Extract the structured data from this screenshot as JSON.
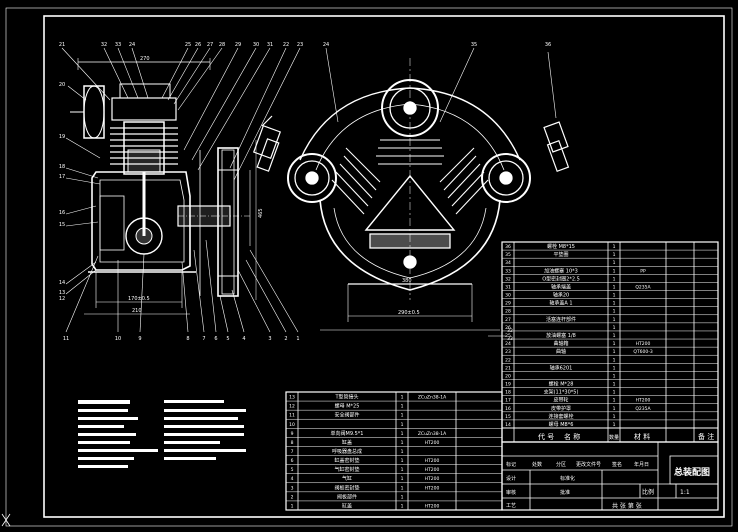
{
  "drawing": {
    "title": "总装配图",
    "dimensions": {
      "overall_width": "270",
      "base_width": "170±0.5",
      "base_length": "210",
      "height": "465",
      "crank_width": "380",
      "foot_width": "290±0.5"
    },
    "balloons_top": [
      "21",
      "32",
      "33",
      "24",
      "25",
      "26",
      "27",
      "28",
      "29",
      "30",
      "31",
      "22",
      "23",
      "24",
      "35",
      "36"
    ],
    "balloons_left": [
      "20",
      "19",
      "18",
      "17",
      "16",
      "15",
      "14",
      "13",
      "12"
    ],
    "balloons_bottom": [
      "11",
      "10",
      "9",
      "8",
      "7",
      "6",
      "5",
      "4",
      "3",
      "2",
      "1"
    ],
    "balloon_table_marks": [
      "32",
      "33"
    ]
  },
  "bom_upper": {
    "header": {
      "code": "代 号",
      "name": "名 称",
      "qty": "数量",
      "material": "材 料",
      "note": "备 注"
    },
    "rows": [
      {
        "no": "36",
        "name": "螺栓 M8*15",
        "qty": "1",
        "material": ""
      },
      {
        "no": "35",
        "name": "平垫圈",
        "qty": "1",
        "material": ""
      },
      {
        "no": "34",
        "name": "",
        "qty": "1",
        "material": ""
      },
      {
        "no": "33",
        "name": "加油螺塞 10*3",
        "qty": "1",
        "material": "PP"
      },
      {
        "no": "32",
        "name": "O型密封圈2*2.5",
        "qty": "1",
        "material": ""
      },
      {
        "no": "31",
        "name": "轴承端盖",
        "qty": "1",
        "material": "Q235A"
      },
      {
        "no": "30",
        "name": "轴承20",
        "qty": "1",
        "material": ""
      },
      {
        "no": "29",
        "name": "轴承盖A 1",
        "qty": "1",
        "material": ""
      },
      {
        "no": "28",
        "name": "",
        "qty": "1",
        "material": ""
      },
      {
        "no": "27",
        "name": "活塞连杆部件",
        "qty": "1",
        "material": ""
      },
      {
        "no": "26",
        "name": "",
        "qty": "1",
        "material": ""
      },
      {
        "no": "25",
        "name": "放油螺塞 1/8",
        "qty": "1",
        "material": ""
      },
      {
        "no": "24",
        "name": "曲轴箱",
        "qty": "1",
        "material": "HT200"
      },
      {
        "no": "23",
        "name": "曲轴",
        "qty": "1",
        "material": "QT600-3"
      },
      {
        "no": "22",
        "name": "",
        "qty": "1",
        "material": ""
      },
      {
        "no": "21",
        "name": "轴承6201",
        "qty": "1",
        "material": ""
      },
      {
        "no": "20",
        "name": "",
        "qty": "1",
        "material": ""
      },
      {
        "no": "19",
        "name": "螺栓 M*28",
        "qty": "1",
        "material": ""
      },
      {
        "no": "18",
        "name": "支架(11*30*5)",
        "qty": "1",
        "material": ""
      },
      {
        "no": "17",
        "name": "皮带轮",
        "qty": "1",
        "material": "HT200"
      },
      {
        "no": "16",
        "name": "皮带护罩",
        "qty": "1",
        "material": "Q235A"
      },
      {
        "no": "15",
        "name": "连接套螺栓",
        "qty": "1",
        "material": ""
      },
      {
        "no": "14",
        "name": "螺母 M8*6",
        "qty": "1",
        "material": ""
      }
    ]
  },
  "bom_lower": {
    "rows": [
      {
        "no": "13",
        "name": "T型管接头",
        "qty": "1",
        "material": "ZCuZn38-1A"
      },
      {
        "no": "12",
        "name": "螺母 M*25",
        "qty": "1",
        "material": ""
      },
      {
        "no": "11",
        "name": "安全阀部件",
        "qty": "1",
        "material": ""
      },
      {
        "no": "10",
        "name": "",
        "qty": "1",
        "material": ""
      },
      {
        "no": "9",
        "name": "单向阀M9.5*1",
        "qty": "1",
        "material": "ZCuZn38-1A"
      },
      {
        "no": "8",
        "name": "缸盖",
        "qty": "1",
        "material": "HT200"
      },
      {
        "no": "7",
        "name": "呼吸器盘总成",
        "qty": "1",
        "material": ""
      },
      {
        "no": "6",
        "name": "缸盖密封垫",
        "qty": "1",
        "material": "HT200"
      },
      {
        "no": "5",
        "name": "气缸密封垫",
        "qty": "1",
        "material": "HT200"
      },
      {
        "no": "4",
        "name": "气缸",
        "qty": "1",
        "material": "HT200"
      },
      {
        "no": "3",
        "name": "阀板密封垫",
        "qty": "1",
        "material": "HT200"
      },
      {
        "no": "2",
        "name": "阀板部件",
        "qty": "1",
        "material": ""
      },
      {
        "no": "1",
        "name": "缸盖",
        "qty": "1",
        "material": "HT200"
      }
    ]
  },
  "title_block": {
    "drawing_title": "总装配图",
    "scale_label": "比例",
    "scale": "1:1",
    "sheet_label": "共 张 第 张",
    "labels": [
      "标记",
      "处数",
      "分区",
      "更改文件号",
      "签名",
      "年月日",
      "设计",
      "审核",
      "工艺",
      "标准化",
      "批准"
    ]
  }
}
